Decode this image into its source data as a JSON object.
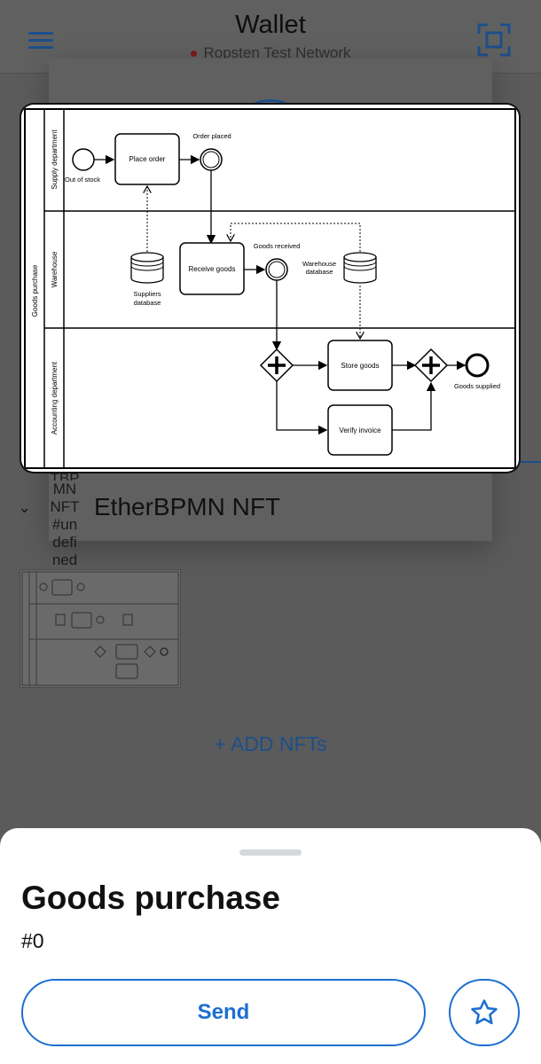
{
  "header": {
    "title": "Wallet",
    "network": "Ropsten Test Network",
    "network_dot_color": "#7a1a1a",
    "menu_icon": "hamburger-icon",
    "scan_icon": "qr-scan-icon"
  },
  "diagram": {
    "pool_label": "Goods purchase",
    "lanes": [
      "Supply department",
      "Warehouse",
      "Accounting department"
    ],
    "nodes": {
      "out_of_stock": "Out of stock",
      "place_order": "Place order",
      "order_placed": "Order placed",
      "suppliers_db": [
        "Suppliers",
        "database"
      ],
      "receive_goods": "Receive goods",
      "goods_received": "Goods received",
      "warehouse_db": [
        "Warehouse",
        "database"
      ],
      "store_goods": "Store goods",
      "verify_invoice": "Verify invoice",
      "goods_supplied": "Goods supplied"
    }
  },
  "collection": {
    "placeholder_text": [
      "TBP",
      "MN",
      "NFT",
      "#un",
      "defi",
      "ned"
    ],
    "title": "EtherBPMN NFT",
    "chevron_icon": "chevron-down-icon"
  },
  "add_nfts": "+ ADD NFTs",
  "sheet": {
    "title": "Goods purchase",
    "id": "#0",
    "send_label": "Send",
    "star_icon": "star-icon"
  },
  "colors": {
    "accent": "#1d6fd0",
    "dim_accent": "#1d4f8a"
  }
}
